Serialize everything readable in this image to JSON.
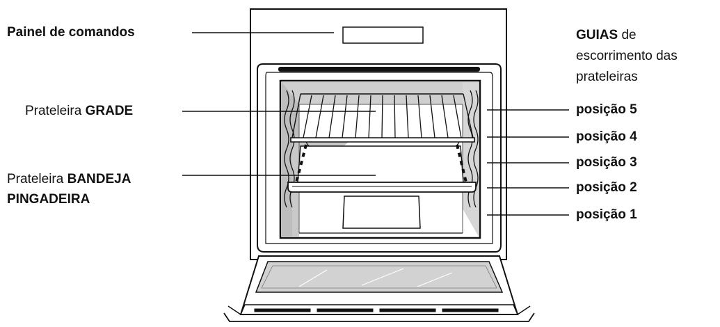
{
  "labels": {
    "control_panel": "Painel de comandos",
    "grid_shelf_prefix": "Prateleira ",
    "grid_shelf_bold": "GRADE",
    "tray_shelf_prefix": "Prateleira ",
    "tray_shelf_bold_1": "BANDEJA",
    "tray_shelf_bold_2": "PINGADEIRA",
    "guides_bold": "GUIAS",
    "guides_rest_1": " de",
    "guides_rest_2": "escorrimento das",
    "guides_rest_3": "prateleiras"
  },
  "positions": [
    "posição 5",
    "posição 4",
    "posição 3",
    "posição 2",
    "posição 1"
  ]
}
